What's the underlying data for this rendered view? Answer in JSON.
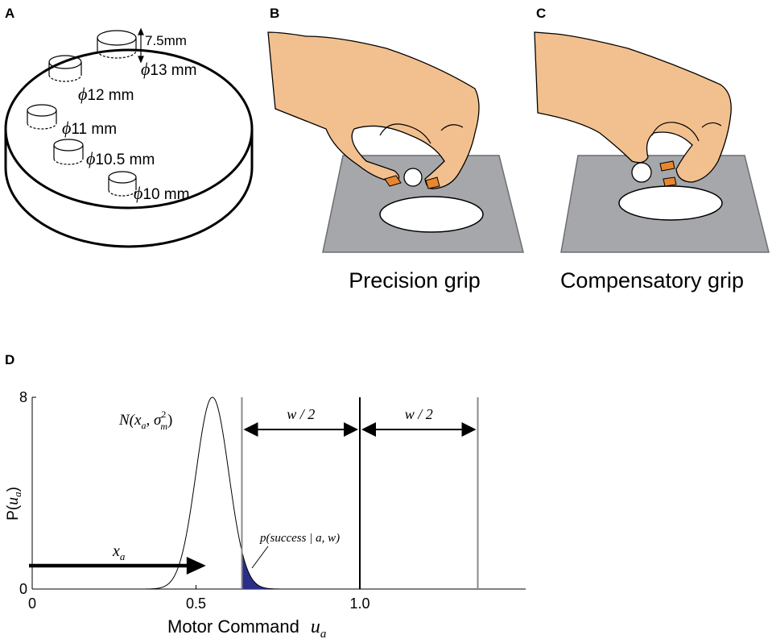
{
  "panels": {
    "a": {
      "letter": "A",
      "depth_label": "7.5mm",
      "phi": "ϕ",
      "holes": [
        {
          "label": "13 mm"
        },
        {
          "label": "12 mm"
        },
        {
          "label": "11 mm"
        },
        {
          "label": "10.5 mm"
        },
        {
          "label": "10 mm"
        }
      ]
    },
    "b": {
      "letter": "B",
      "caption": "Precision grip"
    },
    "c": {
      "letter": "C",
      "caption": "Compensatory grip"
    },
    "d": {
      "letter": "D",
      "ylabel": "P(",
      "ylabel_var": "u",
      "ylabel_sub": "a",
      "ylabel_close": ")",
      "xlabel": "Motor Command",
      "xlabel_var": "u",
      "xlabel_sub": "a",
      "arrow_var": "x",
      "arrow_sub": "a",
      "dist_label": {
        "n": "N(",
        "x": "x",
        "x_sub": "a",
        "comma": ", ",
        "sigma": "σ",
        "sigma_sup": "2",
        "sigma_sub": "m",
        "close": ")"
      },
      "success_label": "p(success | a, w)",
      "half_width_label": "w / 2",
      "colors": {
        "success_fill": "#2c2d86",
        "boundary_line": "#8a8a8a"
      }
    }
  },
  "colors": {
    "skin": "#f2c08f",
    "nail": "#e8862f",
    "plate": "#a6a7ab"
  },
  "chart_data": {
    "type": "line",
    "title": "",
    "xlabel": "Motor Command u_a",
    "ylabel": "P(u_a)",
    "xlim": [
      0,
      1.5
    ],
    "ylim": [
      0,
      8
    ],
    "xticks": [
      "0",
      "0.5",
      "1.0"
    ],
    "yticks": [
      "0",
      "8"
    ],
    "series": [
      {
        "mean": 0.55,
        "sd": 0.05,
        "peak": 8
      }
    ],
    "target_center": 1.0,
    "half_width": 0.36,
    "arrow_end": 0.55
  }
}
